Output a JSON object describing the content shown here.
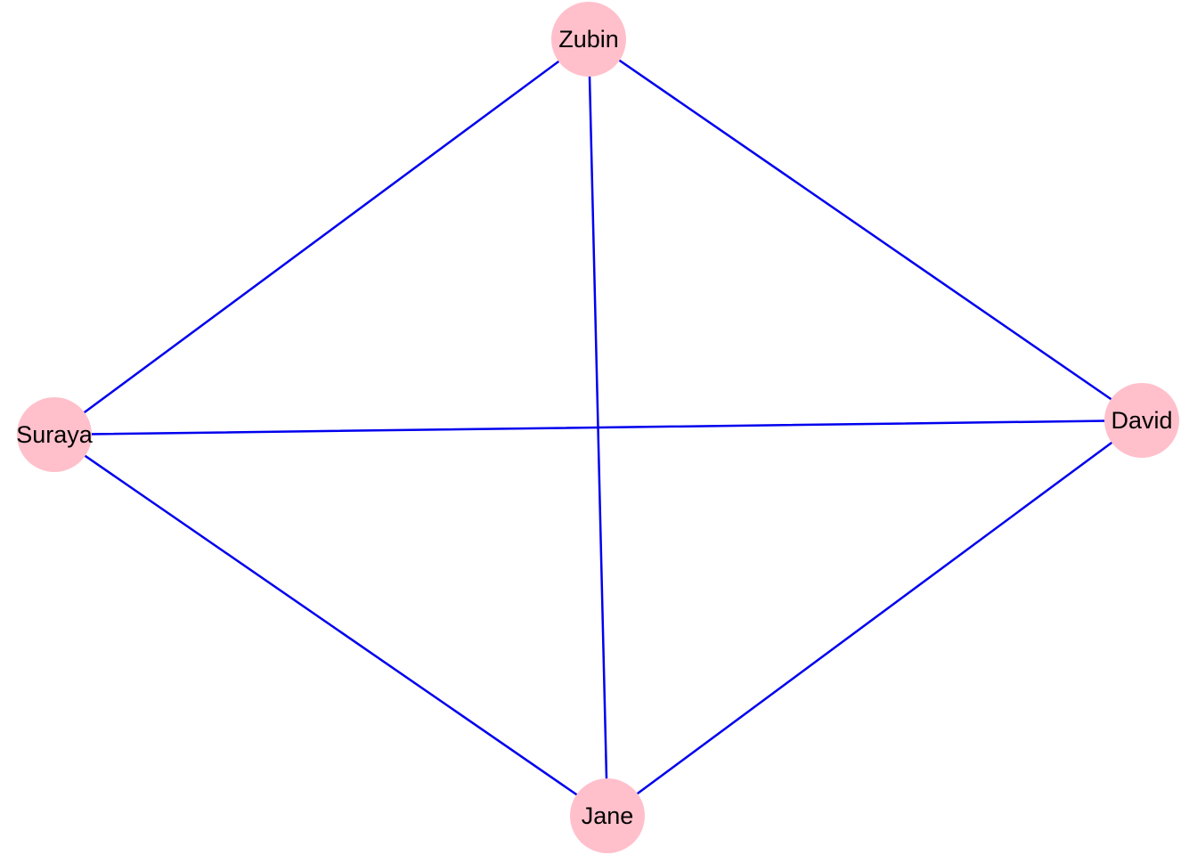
{
  "colors": {
    "node_fill": "#ffc0cb",
    "edge_stroke": "#0000ee",
    "label_text": "#000000",
    "background": "#ffffff"
  },
  "graph": {
    "nodes": [
      {
        "id": "zubin",
        "label": "Zubin"
      },
      {
        "id": "suraya",
        "label": "Suraya"
      },
      {
        "id": "david",
        "label": "David"
      },
      {
        "id": "jane",
        "label": "Jane"
      }
    ],
    "edges": [
      {
        "source": "zubin",
        "target": "suraya"
      },
      {
        "source": "zubin",
        "target": "david"
      },
      {
        "source": "zubin",
        "target": "jane"
      },
      {
        "source": "suraya",
        "target": "david"
      },
      {
        "source": "suraya",
        "target": "jane"
      },
      {
        "source": "david",
        "target": "jane"
      }
    ]
  }
}
